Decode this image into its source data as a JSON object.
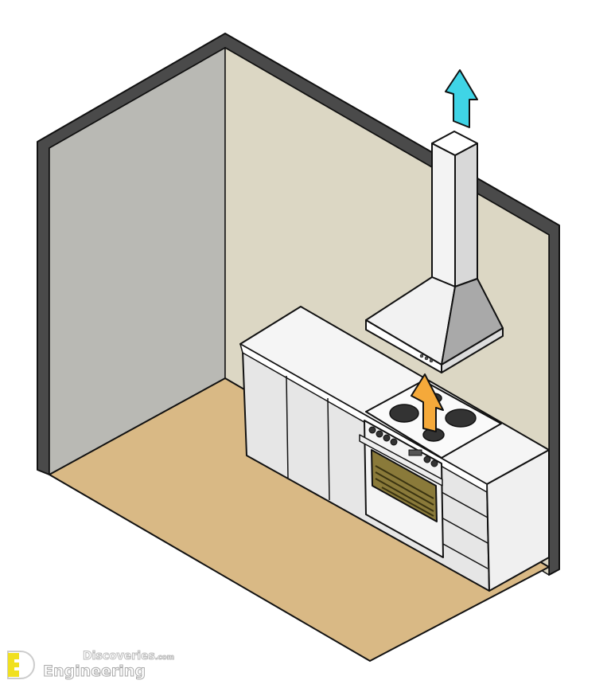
{
  "watermark": {
    "site": "Discoveries",
    "tld": ".com",
    "brand": "Engineering",
    "logo_letters": "ED"
  },
  "colors": {
    "wall_edge": "#4a4a4a",
    "left_wall": "#b9b9b4",
    "back_wall": "#dcd7c4",
    "floor": "#d9b985",
    "cabinet": "#f2f2f2",
    "exhaust_arrow": "#3fd4e6",
    "heat_arrow": "#f5a93a",
    "logo": "#f0e020"
  }
}
